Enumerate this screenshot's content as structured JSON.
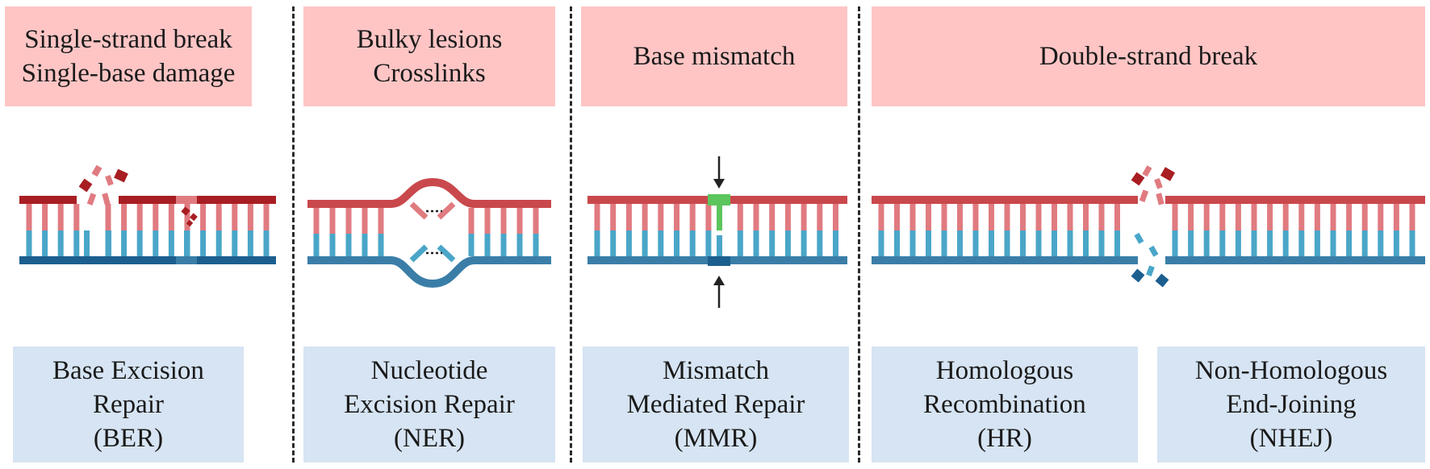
{
  "damage_types": [
    {
      "id": "ssb",
      "lines": [
        "Single-strand break",
        "Single-base damage"
      ]
    },
    {
      "id": "bulky",
      "lines": [
        "Bulky lesions",
        "Crosslinks"
      ]
    },
    {
      "id": "mismatch",
      "lines": [
        "Base mismatch"
      ]
    },
    {
      "id": "dsb",
      "lines": [
        "Double-strand break"
      ]
    }
  ],
  "repair_pathways": [
    {
      "id": "ber",
      "lines": [
        "Base Excision",
        "Repair",
        "(BER)"
      ]
    },
    {
      "id": "ner",
      "lines": [
        "Nucleotide",
        "Excision Repair",
        "(NER)"
      ]
    },
    {
      "id": "mmr",
      "lines": [
        "Mismatch",
        "Mediated Repair",
        "(MMR)"
      ]
    },
    {
      "id": "hr",
      "lines": [
        "Homologous",
        "Recombination",
        "(HR)"
      ]
    },
    {
      "id": "nhej",
      "lines": [
        "Non-Homologous",
        "End-Joining",
        "(NHEJ)"
      ]
    }
  ],
  "colors": {
    "damage_box": "#ffc5c5",
    "repair_box": "#d6e4f3",
    "top_backbone": "#c9484c",
    "top_backbone_dark": "#a81e22",
    "top_base": "#e07b80",
    "bottom_base": "#4aa6c8",
    "bottom_backbone": "#3a7ea8",
    "bottom_backbone_dark": "#1c5f8f",
    "mismatch_base": "#5cc55c"
  }
}
